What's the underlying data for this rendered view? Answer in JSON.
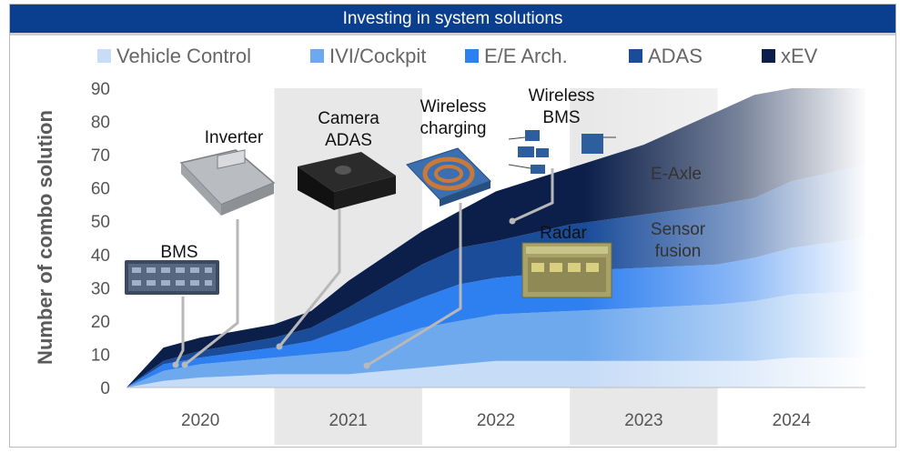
{
  "banner_title": "Investing in system solutions",
  "chart_data": {
    "type": "area",
    "stacked": true,
    "title": "Investing in system solutions",
    "ylabel": "Number of combo solution",
    "xlabel": "",
    "ylim": [
      0,
      90
    ],
    "yticks": [
      0,
      10,
      20,
      30,
      40,
      50,
      60,
      70,
      80,
      90
    ],
    "categories": [
      "2020",
      "2021",
      "2022",
      "2023",
      "2024"
    ],
    "x": [
      2019.5,
      2019.75,
      2020,
      2020.5,
      2020.75,
      2021,
      2021.5,
      2021.75,
      2022,
      2022.5,
      2023,
      2023.5,
      2023.75,
      2024,
      2024.5
    ],
    "series": [
      {
        "name": "Vehicle Control",
        "color": "#c7dcf7",
        "values": [
          0,
          2,
          3,
          4,
          4,
          4,
          6,
          7,
          8,
          8,
          8,
          8,
          8,
          9,
          9
        ]
      },
      {
        "name": "IVI/Cockpit",
        "color": "#6ea9ee",
        "values": [
          0,
          3,
          4,
          5,
          6,
          7,
          12,
          13,
          14,
          15,
          16,
          17,
          18,
          19,
          20
        ]
      },
      {
        "name": "E/E Arch.",
        "color": "#2e7ff0",
        "values": [
          0,
          2,
          2,
          3,
          4,
          7,
          9,
          11,
          11,
          12,
          12,
          12,
          13,
          14,
          16
        ]
      },
      {
        "name": "ADAS",
        "color": "#1a4c9a",
        "values": [
          0,
          1,
          2,
          3,
          4,
          6,
          10,
          11,
          11,
          14,
          16,
          18,
          18,
          20,
          22
        ]
      },
      {
        "name": "xEV",
        "color": "#0b1f4a",
        "values": [
          0,
          4,
          4,
          4,
          5,
          8,
          10,
          11,
          15,
          17,
          21,
          28,
          31,
          28,
          23
        ]
      }
    ],
    "shaded_columns": [
      "2021",
      "2023"
    ],
    "annotations": [
      {
        "text": "BMS",
        "x": 2019.75,
        "y": 8
      },
      {
        "text": "Inverter",
        "x": 2019.8,
        "y": 9
      },
      {
        "text": "Camera\nADAS",
        "x": 2020.6,
        "y": 14
      },
      {
        "text": "Wireless\ncharging",
        "x": 2021.05,
        "y": 8
      },
      {
        "text": "Wireless\nBMS",
        "x": 2022.15,
        "y": 51
      },
      {
        "text": "Radar",
        "x": 2022.5,
        "y": 45
      },
      {
        "text": "E-Axle",
        "x": 2023.5,
        "y": 65
      },
      {
        "text": "Sensor\nfusion",
        "x": 2023.5,
        "y": 45
      }
    ]
  },
  "colors": {
    "banner": "#0a3f8f",
    "shade": "#e8e8e8",
    "axis_text": "#555555"
  },
  "icons": [
    "bms-board-image",
    "inverter-image",
    "camera-adas-image",
    "wireless-charging-image",
    "wireless-bms-image",
    "radar-board-image"
  ]
}
